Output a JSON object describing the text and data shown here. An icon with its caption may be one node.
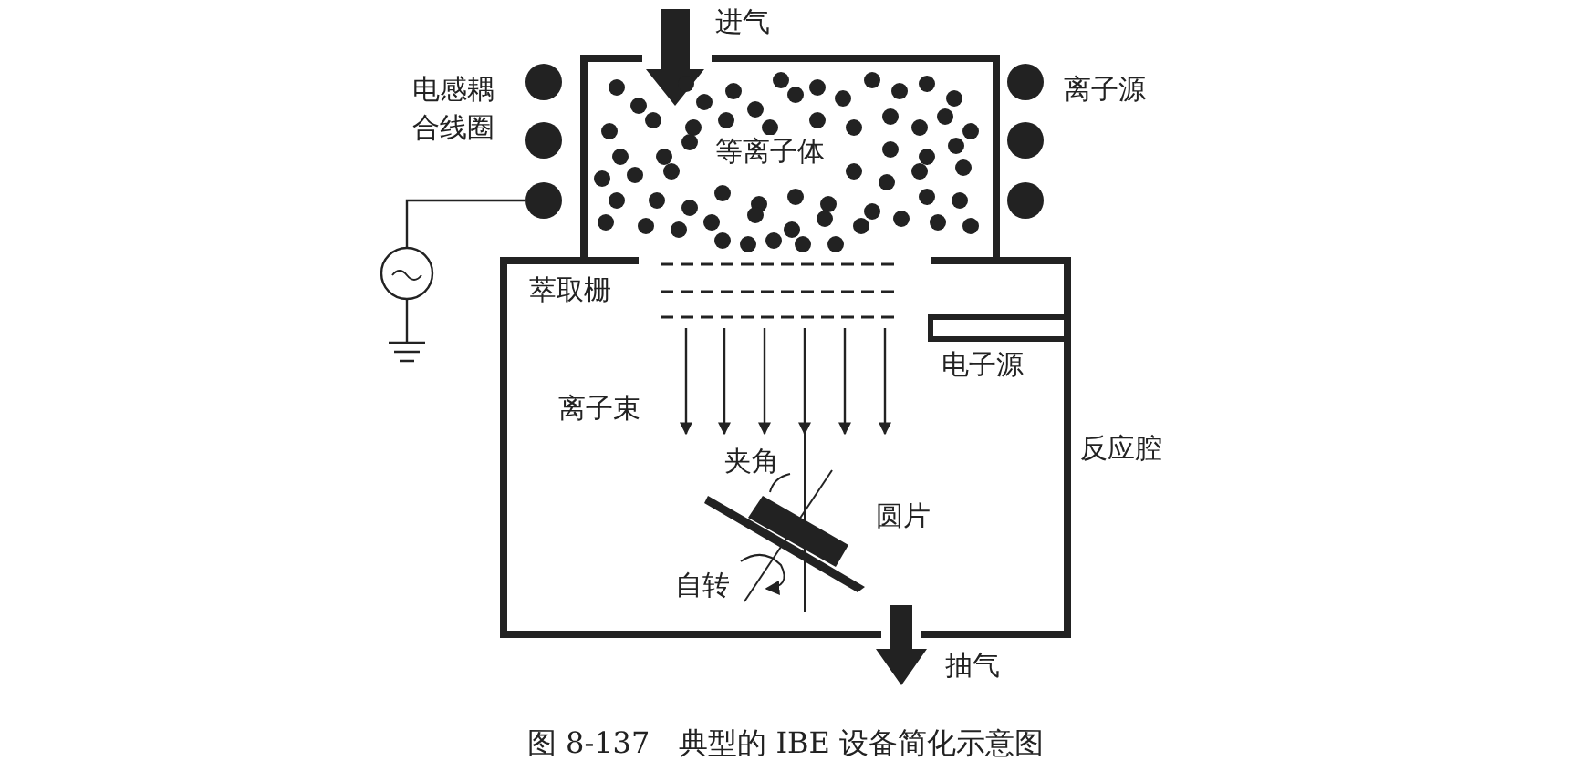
{
  "diagram": {
    "caption": "图 8-137　典型的 IBE 设备简化示意图",
    "nodes": [
      {
        "text": [
          "等离子体"
        ]
      }
    ],
    "labels": [
      "进气",
      "电感耦合线圈",
      "离子源",
      "萃取栅",
      "电子源",
      "离子束",
      "反应腔",
      "夹角",
      "圆片",
      "自转",
      "抽气"
    ]
  }
}
